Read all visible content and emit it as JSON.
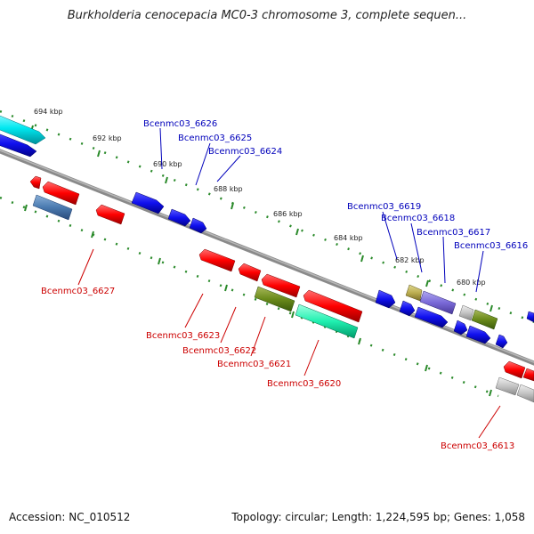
{
  "title": "Burkholderia cenocepacia MC0-3 chromosome 3, complete sequen...",
  "footer": {
    "accession": "Accession: NC_010512",
    "summary": "Topology: circular; Length: 1,224,595 bp; Genes: 1,058"
  },
  "colors": {
    "backbone": "#8a8a8a",
    "tick": "#2a8a2a",
    "forward_label": "#0000bb",
    "reverse_label": "#cc0000"
  },
  "ticks": [
    "694 kbp",
    "692 kbp",
    "690 kbp",
    "688 kbp",
    "686 kbp",
    "684 kbp",
    "682 kbp",
    "680 kbp"
  ],
  "forward_labels": [
    "Bcenmc03_6626",
    "Bcenmc03_6625",
    "Bcenmc03_6624",
    "Bcenmc03_6619",
    "Bcenmc03_6618",
    "Bcenmc03_6617",
    "Bcenmc03_6616"
  ],
  "reverse_labels": [
    "Bcenmc03_6627",
    "Bcenmc03_6623",
    "Bcenmc03_6622",
    "Bcenmc03_6621",
    "Bcenmc03_6620",
    "Bcenmc03_6613"
  ]
}
